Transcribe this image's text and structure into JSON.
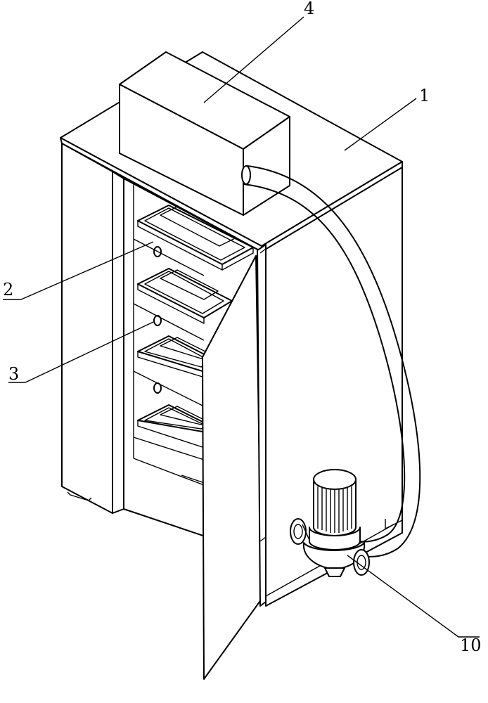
{
  "callouts": {
    "c1": "1",
    "c2": "2",
    "c3": "3",
    "c4": "4",
    "c10": "10"
  }
}
